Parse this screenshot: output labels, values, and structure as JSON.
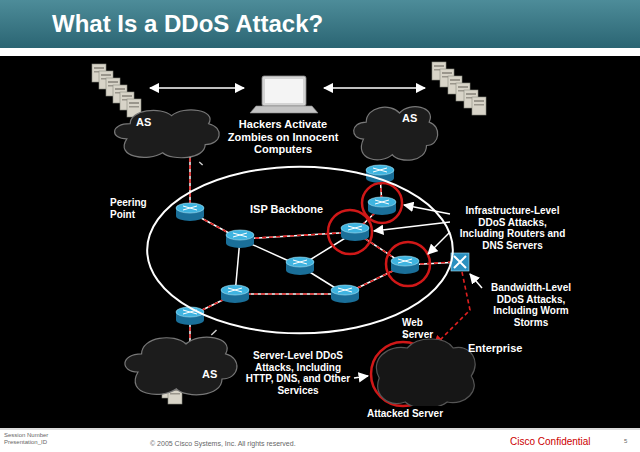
{
  "diagram": {
    "title": "What Is a DDoS Attack?",
    "nodes": [
      {
        "text": [
          "AS"
        ]
      },
      {
        "text": [
          "AS"
        ]
      },
      {
        "text": [
          "ISP Backbone"
        ]
      },
      {
        "text": [
          "AS"
        ]
      },
      {
        "text": [
          "Enterprise"
        ]
      }
    ],
    "edges": [
      {
        "from": 0,
        "to": 2,
        "arrow": "none"
      },
      {
        "from": 1,
        "to": 2,
        "arrow": "none"
      },
      {
        "from": 3,
        "to": 2,
        "arrow": "none"
      },
      {
        "from": 2,
        "to": 4,
        "arrow": "none"
      }
    ],
    "labels": [
      "Hackers Activate Zombies on Innocent Computers",
      "Peering Point",
      "Infrastructure-Level DDoS Attacks, Including Routers and DNS Servers",
      "Web Server",
      "Bandwidth-Level DDoS Attacks, Including Worm Storms",
      "Server-Level DDoS Attacks, Including HTTP, DNS, and Other Services",
      "Attacked Server",
      "Session Number Presentation_ID",
      "© 2005 Cisco Systems, Inc. All rights reserved.",
      "Cisco Confidential",
      "5"
    ]
  }
}
